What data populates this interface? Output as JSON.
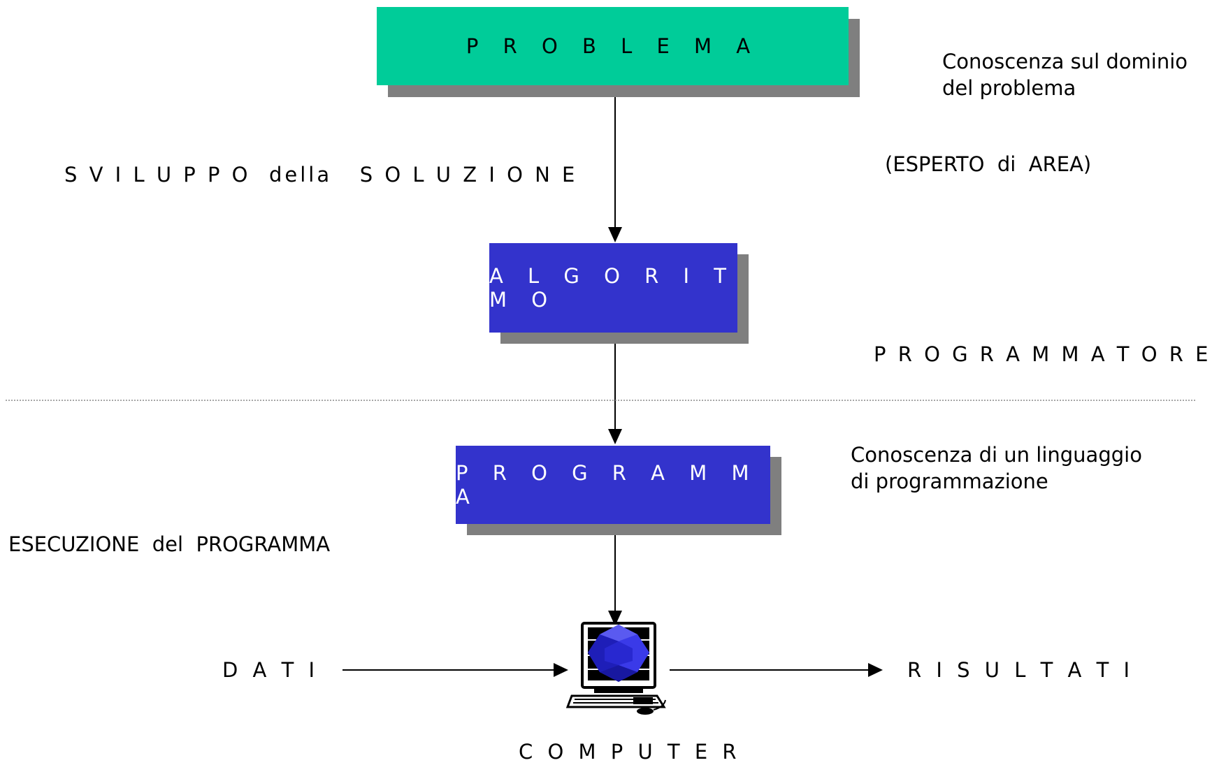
{
  "boxes": {
    "problema": "P R O B L E M A",
    "algoritmo": "A L G O R I T M O",
    "programma": "P R O G R A M M A"
  },
  "labels": {
    "conoscenza_dominio_line1": "Conoscenza sul dominio",
    "conoscenza_dominio_line2": "del problema",
    "esperto_area": "(ESPERTO  di  AREA)",
    "sviluppo": "S V I L U P P O  della   S O L U Z I O N E",
    "programmatore": "P R O G R A M M A T O R E",
    "conoscenza_linguaggio_line1": "Conoscenza di un linguaggio",
    "conoscenza_linguaggio_line2": "di programmazione",
    "esecuzione": "ESECUZIONE  del  PROGRAMMA",
    "dati": "D A T I",
    "risultati": "R I S U L T A T I",
    "computer": "C O M P U T E R"
  },
  "icons": {
    "computer": "computer-icon"
  },
  "colors": {
    "problema_fill": "#00cc99",
    "blue_fill": "#3333cc",
    "shadow": "#7f7f7f"
  }
}
